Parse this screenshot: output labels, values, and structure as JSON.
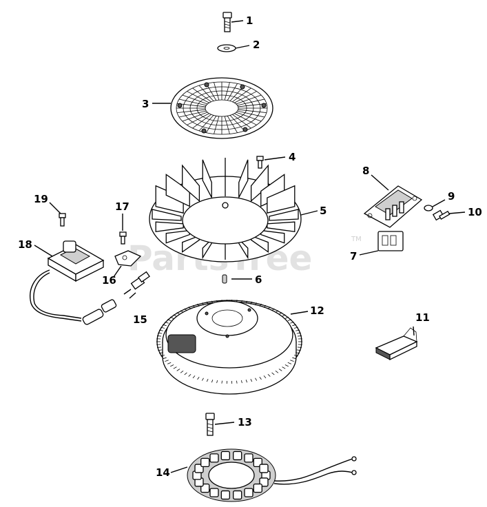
{
  "watermark": {
    "text": "PartsTree",
    "trademark": "TM"
  },
  "callouts": [
    {
      "id": "1",
      "label": "1"
    },
    {
      "id": "2",
      "label": "2"
    },
    {
      "id": "3",
      "label": "3"
    },
    {
      "id": "4",
      "label": "4"
    },
    {
      "id": "5",
      "label": "5"
    },
    {
      "id": "6",
      "label": "6"
    },
    {
      "id": "7",
      "label": "7"
    },
    {
      "id": "8",
      "label": "8"
    },
    {
      "id": "9",
      "label": "9"
    },
    {
      "id": "10",
      "label": "10"
    },
    {
      "id": "11",
      "label": "11"
    },
    {
      "id": "12",
      "label": "12"
    },
    {
      "id": "13",
      "label": "13"
    },
    {
      "id": "14",
      "label": "14"
    },
    {
      "id": "15",
      "label": "15"
    },
    {
      "id": "16",
      "label": "16"
    },
    {
      "id": "17",
      "label": "17"
    },
    {
      "id": "18",
      "label": "18"
    },
    {
      "id": "19",
      "label": "19"
    }
  ]
}
